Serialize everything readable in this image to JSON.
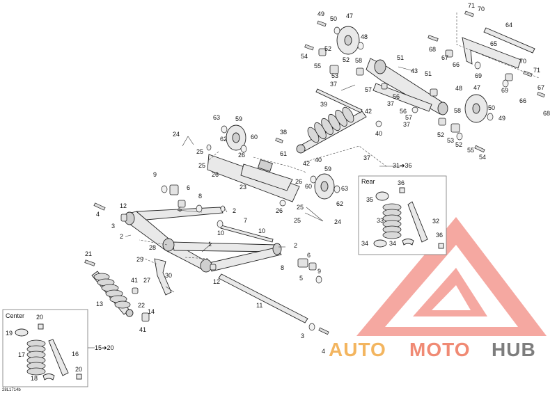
{
  "diagram": {
    "drawing_code": "28L1714b",
    "insets": {
      "center": {
        "title": "Center",
        "range_label": "15➔20"
      },
      "rear": {
        "title": "Rear",
        "range_label": "31➔36"
      }
    },
    "watermark": {
      "part1": "AUTO",
      "part2": "MOTO",
      "part3": "HUB",
      "colors": {
        "auto": "#f3b55f",
        "moto": "#f08a74",
        "hub": "#7d7d7d",
        "triangle": "#f28b82"
      }
    },
    "callouts": {
      "c1": "1",
      "c2a": "2",
      "c2b": "2",
      "c2c": "2",
      "c3a": "3",
      "c3b": "3",
      "c4a": "4",
      "c4b": "4",
      "c5a": "5",
      "c5b": "5",
      "c6a": "6",
      "c6b": "6",
      "c7": "7",
      "c8a": "8",
      "c8b": "8",
      "c9a": "9",
      "c9b": "9",
      "c10a": "10",
      "c10b": "10",
      "c11": "11",
      "c12a": "12",
      "c12b": "12",
      "c13": "13",
      "c14": "14",
      "c16": "16",
      "c17": "17",
      "c18": "18",
      "c19": "19",
      "c20a": "20",
      "c20b": "20",
      "c21": "21",
      "c22": "22",
      "c23": "23",
      "c24a": "24",
      "c24b": "24",
      "c25a": "25",
      "c25b": "25",
      "c25c": "25",
      "c25d": "25",
      "c26a": "26",
      "c26b": "26",
      "c26c": "26",
      "c26d": "26",
      "c27": "27",
      "c28": "28",
      "c29": "29",
      "c30": "30",
      "c32": "32",
      "c33": "33",
      "c34a": "34",
      "c34b": "34",
      "c35": "35",
      "c36a": "36",
      "c36b": "36",
      "c37a": "37",
      "c37b": "37",
      "c37c": "37",
      "c37d": "37",
      "c38": "38",
      "c39": "39",
      "c40a": "40",
      "c40b": "40",
      "c41a": "41",
      "c41b": "41",
      "c42a": "42",
      "c42b": "42",
      "c43": "43",
      "c47a": "47",
      "c47b": "47",
      "c48a": "48",
      "c48b": "48",
      "c49a": "49",
      "c49b": "49",
      "c50a": "50",
      "c50b": "50",
      "c51a": "51",
      "c51b": "51",
      "c52a": "52",
      "c52b": "52",
      "c52c": "52",
      "c52d": "52",
      "c53a": "53",
      "c53b": "53",
      "c54a": "54",
      "c54b": "54",
      "c55a": "55",
      "c55b": "55",
      "c56a": "56",
      "c56b": "56",
      "c57a": "57",
      "c57b": "57",
      "c58a": "58",
      "c58b": "58",
      "c59a": "59",
      "c59b": "59",
      "c60a": "60",
      "c60b": "60",
      "c61": "61",
      "c62a": "62",
      "c62b": "62",
      "c63a": "63",
      "c63b": "63",
      "c64": "64",
      "c65": "65",
      "c66a": "66",
      "c66b": "66",
      "c67a": "67",
      "c67b": "67",
      "c68a": "68",
      "c68b": "68",
      "c69a": "69",
      "c69b": "69",
      "c70a": "70",
      "c70b": "70",
      "c71a": "71",
      "c71b": "71"
    }
  }
}
